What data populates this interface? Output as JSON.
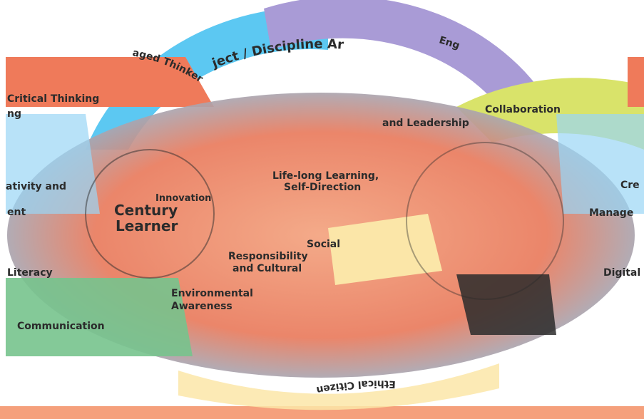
{
  "colors": {
    "coral": "#ef7a5a",
    "sky": "#5cc8f2",
    "lavender": "#a99bd6",
    "lime": "#d9e36a",
    "green": "#77c38d",
    "salmon_band": "#f5a07c",
    "cream": "#fbe6a8",
    "dark": "#2b2b2b"
  },
  "arc_labels": {
    "subject": "ject / Discipline Ar",
    "engaged_thinker": "aged Thinker",
    "engaged": "Eng",
    "ethical_citizen": "Ethical Citizen"
  },
  "skill_labels": {
    "critical_thinking": "Critical Thinking",
    "critical_thinking_tail": "ng",
    "creativity": "ativity and",
    "creativity_tail": "ent",
    "innovation": "Innovation",
    "century": "Century",
    "learner": "Learner",
    "literacy": "Literacy",
    "communication": "Communication",
    "lifelong_learning": "Life-long Learning,",
    "self_direction": "Self-Direction",
    "leadership": "and Leadership",
    "social": "Social",
    "responsibility": "Responsibility",
    "cultural": "and Cultural",
    "environmental": "Environmental",
    "awareness": "Awareness",
    "collaboration": "Collaboration",
    "cre": "Cre",
    "manage": "Manage",
    "digital": "Digital"
  }
}
